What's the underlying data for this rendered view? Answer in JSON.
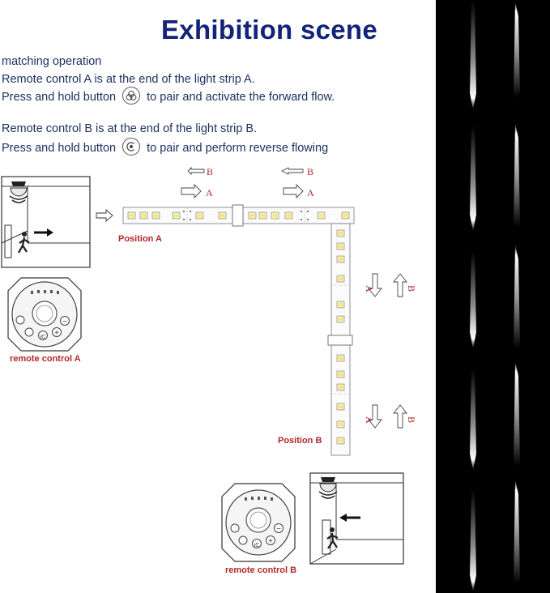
{
  "title": "Exhibition scene",
  "instructions": {
    "heading": "matching operation",
    "a_line1": "Remote control A is at the end of the light strip A.",
    "a_line2_pre": "Press and hold button",
    "a_line2_post": "to pair and activate the forward flow.",
    "b_line1": "Remote control B is at the end of the light strip B.",
    "b_line2_pre": "Press and hold button",
    "b_line2_post": "to pair and perform reverse flowing"
  },
  "diagram": {
    "position_a": "Position A",
    "position_b": "Position B",
    "remote_a": "remote control A",
    "remote_b": "remote control B",
    "arrow_label_a": "A",
    "arrow_label_b": "B",
    "button_labels": {
      "ic": "iC",
      "plus": "+",
      "minus": "−"
    }
  },
  "colors": {
    "title": "#13237a",
    "body_text": "#1d3160",
    "label_red": "#b0282a",
    "panel": "#000000"
  },
  "icons": [
    "motion-sensor-icon",
    "walking-person-icon",
    "pair-button-icon",
    "flow-arrow-icon"
  ]
}
